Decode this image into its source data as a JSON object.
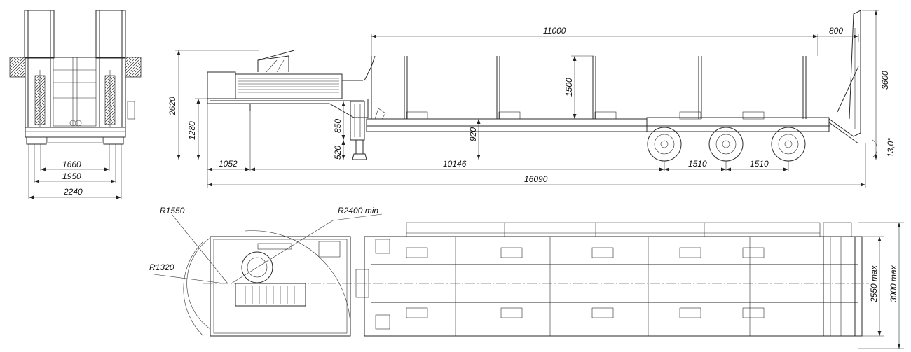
{
  "front_view": {
    "dims": {
      "inner": "1660",
      "middle": "1950",
      "outer": "2240"
    }
  },
  "side_view": {
    "dims": {
      "deck_length": "11000",
      "ramp_length": "800",
      "total_height": "3600",
      "gooseneck_height": "2620",
      "gooseneck_deck_height": "1280",
      "frame_height": "850",
      "deck_height": "920",
      "stanchion_height": "1500",
      "leg_height": "520",
      "front_overhang": "1052",
      "kingpin_to_axle": "10146",
      "axle_spacing_1": "1510",
      "axle_spacing_2": "1510",
      "overall_length": "16090",
      "ramp_angle": "13,0°"
    }
  },
  "top_view": {
    "dims": {
      "radius_1": "R1550",
      "radius_2": "R1320",
      "turning_radius": "R2400 min",
      "width": "2550 max",
      "width_extended": "3000 max"
    }
  }
}
